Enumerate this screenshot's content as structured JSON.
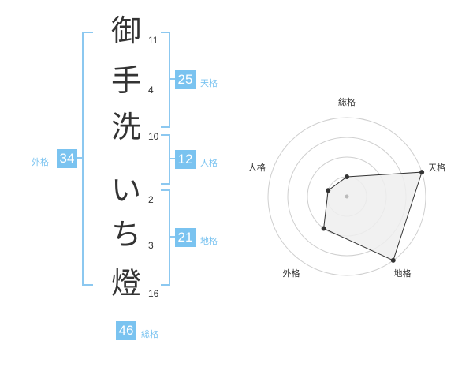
{
  "name_chars": [
    {
      "char": "御",
      "strokes": "11"
    },
    {
      "char": "手",
      "strokes": "4"
    },
    {
      "char": "洗",
      "strokes": "10"
    },
    {
      "char": "い",
      "strokes": "2"
    },
    {
      "char": "ち",
      "strokes": "3"
    },
    {
      "char": "燈",
      "strokes": "16"
    }
  ],
  "scores": {
    "tenkaku": {
      "value": "25",
      "label": "天格"
    },
    "jinkaku": {
      "value": "12",
      "label": "人格"
    },
    "chikaku": {
      "value": "21",
      "label": "地格"
    },
    "gaikaku": {
      "value": "34",
      "label": "外格"
    },
    "soukaku": {
      "value": "46",
      "label": "総格"
    }
  },
  "colors": {
    "accent": "#7ac3f0",
    "bracket": "#8cc8f0",
    "text": "#333333",
    "radar_fill": "#eeeeee"
  },
  "chart_data": {
    "type": "radar",
    "axes": [
      "総格",
      "天格",
      "地格",
      "外格",
      "人格"
    ],
    "values": [
      1.0,
      4.0,
      4.0,
      2.0,
      1.0
    ],
    "rings": 4,
    "range": [
      0,
      4
    ]
  }
}
